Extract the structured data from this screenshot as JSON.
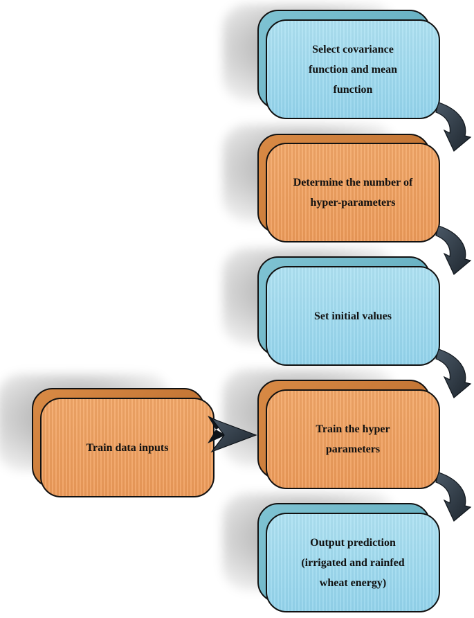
{
  "diagram": {
    "steps": [
      {
        "id": "covariance",
        "text": "Select covariance\nfunction and mean\nfunction",
        "color": "blue"
      },
      {
        "id": "hyper-count",
        "text": "Determine the number of\nhyper-parameters",
        "color": "orange"
      },
      {
        "id": "initial-values",
        "text": "Set initial values",
        "color": "blue"
      },
      {
        "id": "train-hyper",
        "text": "Train the hyper\nparameters",
        "color": "orange"
      },
      {
        "id": "output",
        "text": "Output prediction\n(irrigated and rainfed\nwheat energy)",
        "color": "blue"
      }
    ],
    "input": {
      "id": "train-data",
      "text": "Train data inputs",
      "color": "orange"
    }
  },
  "colors": {
    "blue_face": "#93d4ec",
    "orange_face": "#ef9c5a",
    "arrow": "#2e3a46"
  }
}
